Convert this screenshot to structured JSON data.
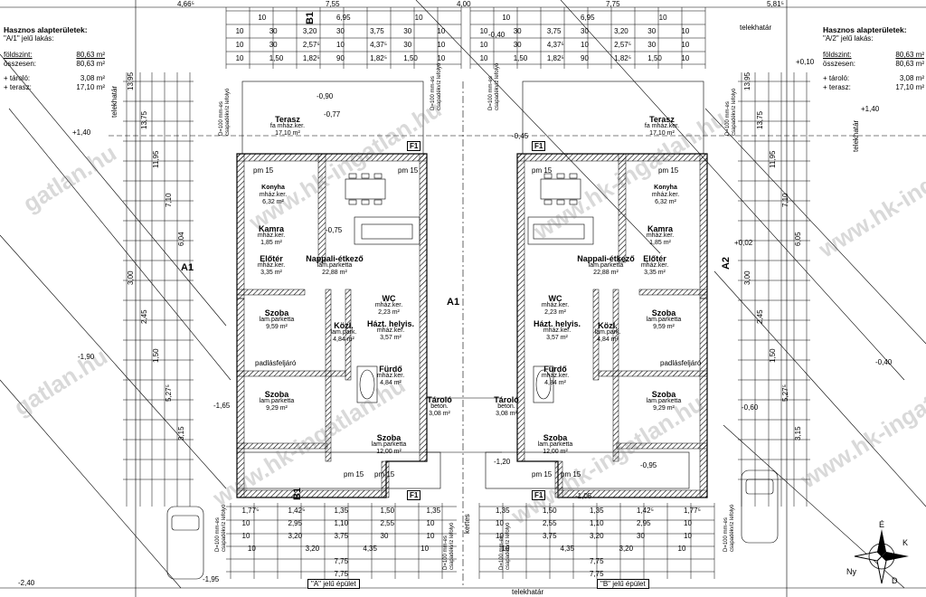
{
  "info_a": {
    "title": "Hasznos alapterületek:",
    "subtitle": "\"A/1\" jelű lakás:",
    "rows": [
      {
        "label": "földszint:",
        "value": "80,63 m²"
      },
      {
        "label": "összesen:",
        "value": "80,63 m²"
      },
      {
        "label": "+ tároló:",
        "value": "3,08 m²"
      },
      {
        "label": "+ terasz:",
        "value": "17,10 m²"
      }
    ]
  },
  "info_b": {
    "title": "Hasznos alapterületek:",
    "subtitle": "\"A/2\" jelű lakás:",
    "rows": [
      {
        "label": "földszint:",
        "value": "80,63 m²"
      },
      {
        "label": "összesen:",
        "value": "80,63 m²"
      },
      {
        "label": "+ tároló:",
        "value": "3,08 m²"
      },
      {
        "label": "+ terasz:",
        "value": "17,10 m²"
      }
    ]
  },
  "rooms_left": [
    {
      "name": "Terasz",
      "floor": "fa mház.ker.",
      "area": "17,10 m²"
    },
    {
      "name": "Konyha",
      "floor": "mház.ker.",
      "area": "6,32 m²"
    },
    {
      "name": "Nappali-étkező",
      "floor": "lam.parketta",
      "area": "22,88 m²"
    },
    {
      "name": "Kamra",
      "floor": "mház.ker.",
      "area": "1,85 m²"
    },
    {
      "name": "Előtér",
      "floor": "mház.ker.",
      "area": "3,35 m²"
    },
    {
      "name": "Szoba",
      "floor": "lam.parketta",
      "area": "9,59 m²"
    },
    {
      "name": "WC",
      "floor": "mház.ker.",
      "area": "2,23 m²"
    },
    {
      "name": "Közl.",
      "floor": "lam.park.",
      "area": "4,84 m²"
    },
    {
      "name": "Házt. helyis.",
      "floor": "mház.ker.",
      "area": "3,57 m²"
    },
    {
      "name": "Fürdő",
      "floor": "mház.ker.",
      "area": "4,84 m²"
    },
    {
      "name": "Szoba",
      "floor": "lam.parketta",
      "area": "9,29 m²"
    },
    {
      "name": "Tároló",
      "floor": "beton.",
      "area": "3,08 m²"
    },
    {
      "name": "Szoba",
      "floor": "lam.parketta",
      "area": "12,00 m²"
    }
  ],
  "rooms_right": [
    {
      "name": "Terasz",
      "floor": "fa mház.ker.",
      "area": "17,10 m²"
    },
    {
      "name": "Konyha",
      "floor": "mház.ker.",
      "area": "6,32 m²"
    },
    {
      "name": "Nappali-étkező",
      "floor": "lam.parketta",
      "area": "22,88 m²"
    },
    {
      "name": "Kamra",
      "floor": "mház.ker.",
      "area": "1,85 m²"
    },
    {
      "name": "Előtér",
      "floor": "mház.ker.",
      "area": "3,35 m²"
    },
    {
      "name": "Szoba",
      "floor": "lam.parketta",
      "area": "9,59 m²"
    },
    {
      "name": "WC",
      "floor": "mház.ker.",
      "area": "2,23 m²"
    },
    {
      "name": "Közl.",
      "floor": "lam.park.",
      "area": "4,84 m²"
    },
    {
      "name": "Házt. helyis.",
      "floor": "mház.ker.",
      "area": "3,57 m²"
    },
    {
      "name": "Fürdő",
      "floor": "mház.ker.",
      "area": "4,84 m²"
    },
    {
      "name": "Szoba",
      "floor": "lam.parketta",
      "area": "9,29 m²"
    },
    {
      "name": "Tároló",
      "floor": "beton.",
      "area": "3,08 m²"
    },
    {
      "name": "Szoba",
      "floor": "lam.parketta",
      "area": "12,00 m²"
    }
  ],
  "labels": {
    "telekhatar": "telekhatár",
    "padlasfeljaro": "padlásfeljáró",
    "kertes": "kertes",
    "building_a": "\"A\" jelű épület",
    "building_b": "\"B\" jelű épület",
    "section_a1": "A1",
    "section_a2": "A2",
    "section_b1": "B1",
    "pipe": "D=100 mm-es csapadékvíz lefolyó",
    "f1": "F1",
    "pm15": "pm 15"
  },
  "levels": {
    "l1": "+1,40",
    "l2": "-0,90",
    "l3": "-0,77",
    "l4": "-0,40",
    "l5": "+0,10",
    "l6": "-0,75",
    "l7": "-0,45",
    "l8": "+0,02",
    "l9": "-1,90",
    "l10": "-1,65",
    "l11": "-0,60",
    "l12": "-0,40",
    "l13": "-2,40",
    "l14": "-1,95",
    "l15": "-1,20",
    "l16": "-0,95",
    "l17": "-1,05",
    "l18": "+1,40"
  },
  "dims_top": [
    "4,66⁵",
    "7,55",
    "4,00",
    "7,75",
    "5,81⁵"
  ],
  "dims_top_rows": [
    [
      "10",
      "6,95",
      "10"
    ],
    [
      "10",
      "30",
      "3,20",
      "30",
      "3,75",
      "30",
      "10"
    ],
    [
      "10",
      "30",
      "2,57⁵",
      "10",
      "4,37⁵",
      "30",
      "10"
    ],
    [
      "10",
      "1,50",
      "1,82⁵",
      "90",
      "1,82⁵",
      "1,50",
      "10"
    ]
  ],
  "dims_top_rows_right": [
    [
      "10",
      "6,95",
      "10"
    ],
    [
      "10",
      "30",
      "3,75",
      "30",
      "3,20",
      "30",
      "10"
    ],
    [
      "10",
      "30",
      "4,37⁵",
      "10",
      "2,57⁵",
      "30",
      "10"
    ],
    [
      "10",
      "1,50",
      "1,82⁵",
      "90",
      "1,82⁵",
      "1,50",
      "10"
    ]
  ],
  "dims_bottom_rows": [
    [
      "1,77⁵",
      "1,42⁵",
      "1,35",
      "1,50",
      "1,35"
    ],
    [
      "10",
      "2,95",
      "1,10",
      "2,55",
      "10"
    ],
    [
      "10",
      "3,20",
      "3,75",
      "30",
      "10"
    ],
    [
      "10",
      "3,20",
      "4,35",
      "10"
    ],
    [
      "7,75"
    ],
    [
      "7,75"
    ]
  ],
  "dims_bottom_rows_right": [
    [
      "1,35",
      "1,50",
      "1,35",
      "1,42⁵",
      "1,77⁵"
    ],
    [
      "10",
      "2,55",
      "1,10",
      "2,95",
      "10"
    ],
    [
      "10",
      "3,75",
      "3,20",
      "30",
      "10"
    ],
    [
      "10",
      "4,35",
      "3,20",
      "10"
    ],
    [
      "7,75"
    ],
    [
      "7,75"
    ]
  ],
  "dims_left": [
    "13,95",
    "13,75",
    "11,95",
    "7,10",
    "6,04",
    "3,00",
    "2,45",
    "1,50",
    "5,27⁵",
    "3,15"
  ],
  "dims_right": [
    "13,95",
    "13,75",
    "11,95",
    "7,10",
    "6,05",
    "3,00",
    "2,45",
    "1,50",
    "5,27⁵",
    "3,15"
  ],
  "compass": {
    "n": "É",
    "e": "K",
    "s": "D",
    "w": "Ny"
  },
  "watermark": "www.hk-ingatlan.hu",
  "watermark_short": "gatlan.hu",
  "watermark_r": "www.hk-ingatl"
}
